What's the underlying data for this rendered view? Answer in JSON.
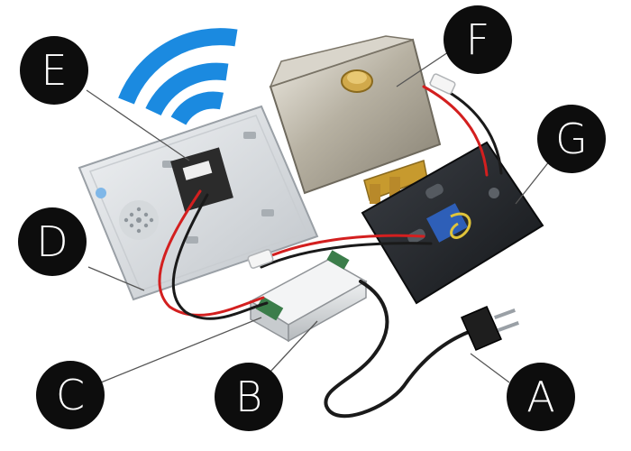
{
  "labels": {
    "a": "A",
    "b": "B",
    "c": "C",
    "d": "D",
    "e": "E",
    "f": "F",
    "g": "G"
  },
  "colors": {
    "wifi": "#1b8ae0",
    "badge": "#0d0d0d",
    "wire_red": "#d31f1f",
    "wire_black": "#1a1a1a",
    "monitor_back": "#dcdfe3",
    "lock_steel": "#b9b4a6",
    "brass": "#c79a2e",
    "reader_glass": "#2a2d31",
    "psu_grey": "#d9dbdd",
    "terminal_green": "#3b7d4a"
  },
  "icons": [
    "wifi-icon"
  ]
}
